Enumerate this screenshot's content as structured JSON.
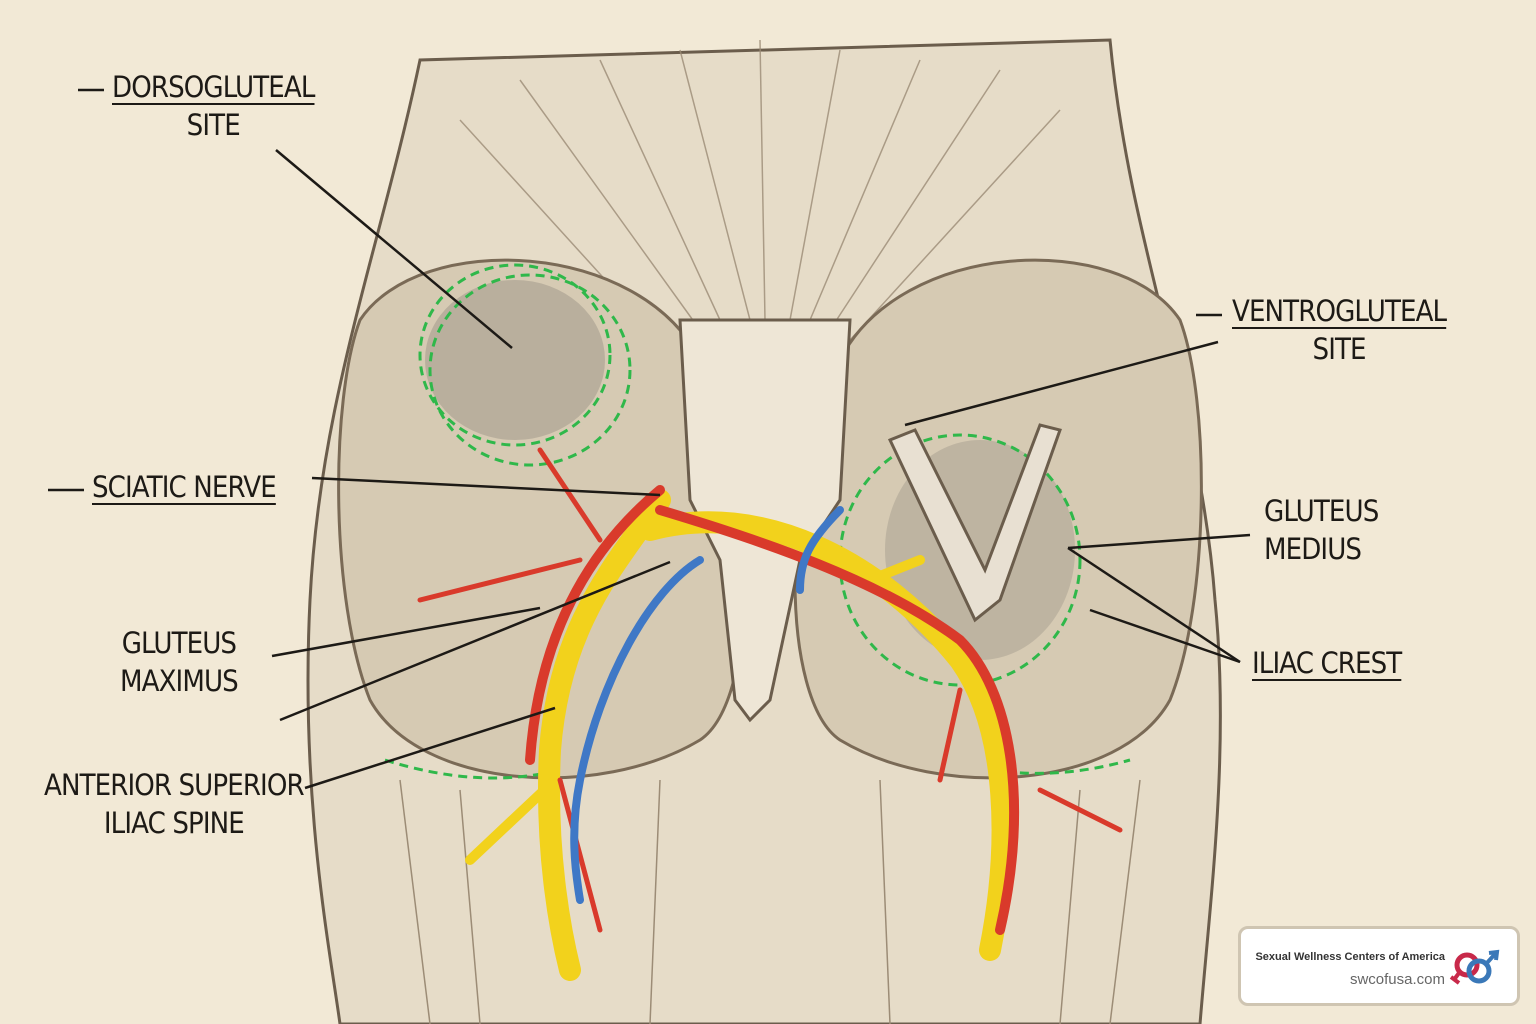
{
  "labels": {
    "dorsogluteal": [
      "DORSOGLUTEAL",
      "SITE"
    ],
    "ventrogluteal": [
      "VENTROGLUTEAL",
      "SITE"
    ],
    "sciatic_nerve": "SCIATIC NERVE",
    "gluteus_medius": [
      "GLUTEUS",
      "MEDIUS"
    ],
    "gluteus_maximus": [
      "GLUTEUS",
      "MAXIMUS"
    ],
    "iliac_crest": "ILIAC CREST",
    "asis": [
      "ANTERIOR SUPERIOR",
      "ILIAC SPINE"
    ]
  },
  "logo": {
    "name": "Sexual Wellness Centers of America",
    "url": "swcofusa.com"
  },
  "colors": {
    "background": "#f2e9d6",
    "nerve": "#f2d21c",
    "artery": "#d93a2b",
    "vein": "#3f78c6",
    "site_circle": "#2fb84a",
    "logo_female": "#c8294a",
    "logo_male": "#3a78b8"
  }
}
